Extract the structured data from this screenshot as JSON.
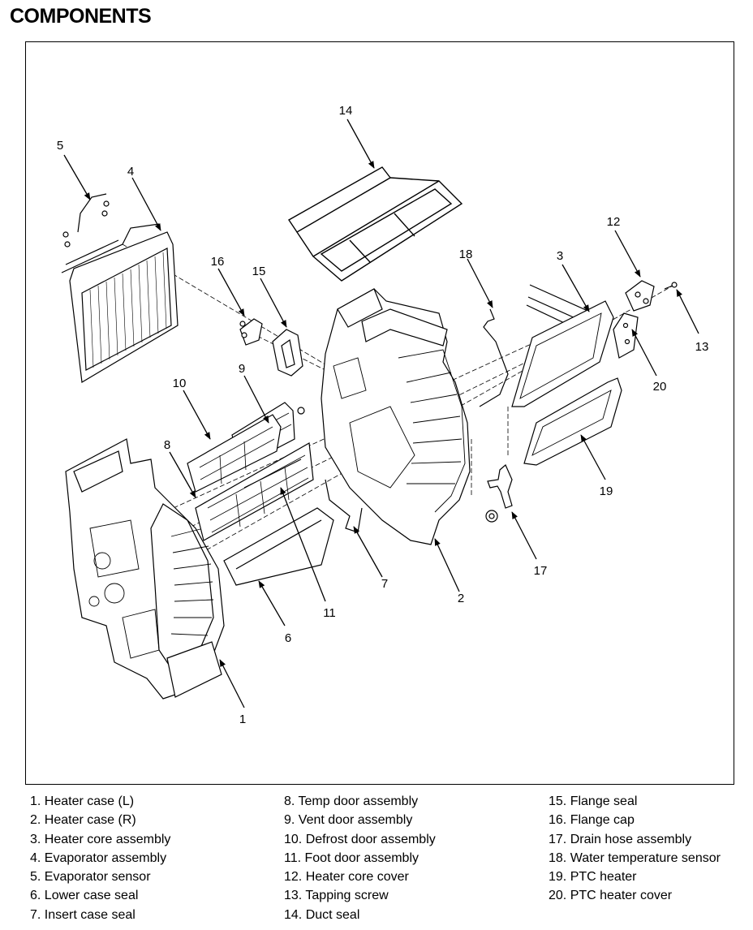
{
  "title": "COMPONENTS",
  "callouts": [
    "1",
    "2",
    "3",
    "4",
    "5",
    "6",
    "7",
    "8",
    "9",
    "10",
    "11",
    "12",
    "13",
    "14",
    "15",
    "16",
    "17",
    "18",
    "19",
    "20"
  ],
  "legend": {
    "col1": [
      "1. Heater case (L)",
      "2. Heater case (R)",
      "3. Heater core assembly",
      "4. Evaporator assembly",
      "5. Evaporator sensor",
      "6. Lower case seal",
      "7. Insert case seal"
    ],
    "col2": [
      "8. Temp door assembly",
      "9. Vent door assembly",
      "10. Defrost door assembly",
      "11. Foot door assembly",
      "12. Heater core cover",
      "13. Tapping screw",
      "14. Duct seal"
    ],
    "col3": [
      "15. Flange seal",
      "16. Flange cap",
      "17. Drain hose assembly",
      "18. Water temperature sensor",
      "19. PTC heater",
      "20. PTC heater cover"
    ]
  }
}
